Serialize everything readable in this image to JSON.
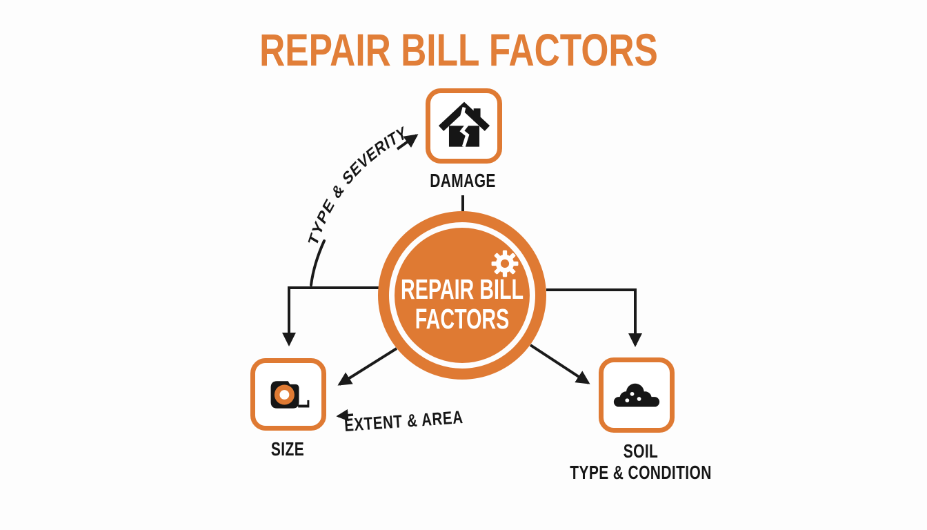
{
  "title": "REPAIR BILL FACTORS",
  "hub": {
    "line1": "REPAIR BILL",
    "line2": "FACTORS",
    "icon": "gear"
  },
  "nodes": {
    "damage": {
      "label": "DAMAGE",
      "icon": "cracked-house"
    },
    "size": {
      "label": "SIZE",
      "icon": "tape-measure"
    },
    "soil": {
      "line1": "SOIL",
      "line2": "TYPE & CONDITION",
      "icon": "soil-mound"
    }
  },
  "connectors": {
    "type_severity": "TYPE & SEVERITY",
    "extent_area": "EXTENT & AREA"
  },
  "colors": {
    "orange": "#DF7A33",
    "title_orange": "#E17E38",
    "ink": "#161616",
    "background": "#FDFDFD"
  }
}
